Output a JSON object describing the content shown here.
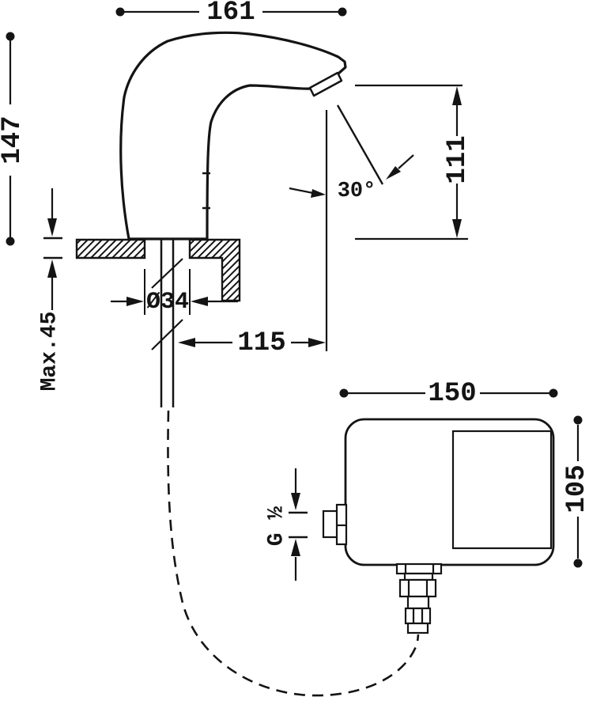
{
  "drawing": {
    "type": "technical-installation-diagram",
    "subject": "sensor-faucet-with-control-box",
    "colors": {
      "line": "#141414",
      "background": "#ffffff"
    },
    "dims": {
      "length_overall": "161",
      "height_overall": "147",
      "outlet_height": "111",
      "spray_angle": "30°",
      "hole_diameter": "Ø34",
      "deck_thickness_max": "Max.45",
      "outlet_reach": "115",
      "box_width": "150",
      "box_height": "105",
      "thread_size": "G ½"
    }
  }
}
